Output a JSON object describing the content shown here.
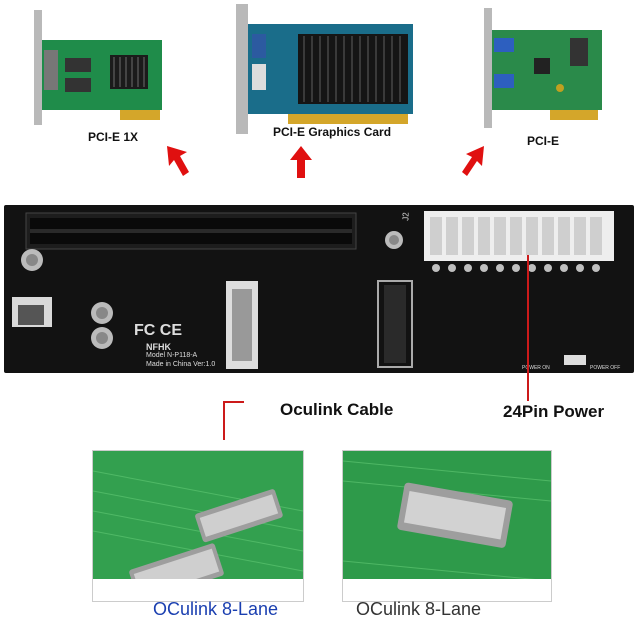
{
  "top_cards": [
    {
      "label": "PCI-E 1X"
    },
    {
      "label": "PCI-E Graphics Card"
    },
    {
      "label": "PCI-E"
    }
  ],
  "board": {
    "silkscreen_model": "Model N-P118-A",
    "silkscreen_origin": "Made in China Ver:1.0",
    "connector_label": "J2",
    "power_on_label": "POWER ON",
    "power_off_label": "POWER OFF",
    "brand": "NFHK"
  },
  "callouts": {
    "cable": "Oculink Cable",
    "power": "24Pin Power"
  },
  "bottom_photos": [
    {
      "caption": "OCulink 8-Lane",
      "caption_color": "#1a3fb0"
    },
    {
      "caption": "OCulink 8-Lane",
      "caption_color": "#333333"
    }
  ],
  "colors": {
    "arrow": "#e01010",
    "pcb_green": "#2a8a4a",
    "pcb_black": "#121212"
  }
}
